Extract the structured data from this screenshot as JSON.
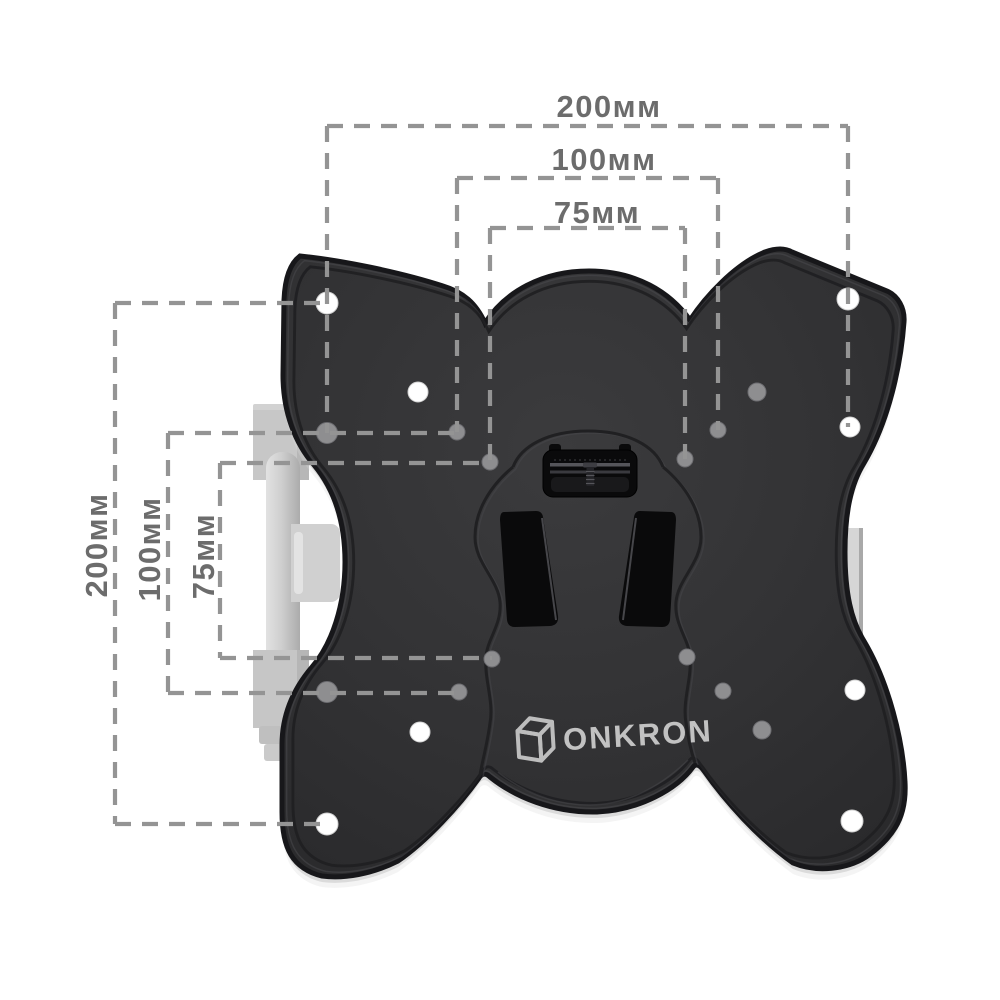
{
  "scene": {
    "background": "#ffffff"
  },
  "brand": {
    "name": "ONKRON"
  },
  "dimensions": {
    "unit": "мм",
    "horizontal": [
      {
        "id": "h-200",
        "label": "200мм",
        "value": 200
      },
      {
        "id": "h-100",
        "label": "100мм",
        "value": 100
      },
      {
        "id": "h-75",
        "label": "75мм",
        "value": 75
      }
    ],
    "vertical": [
      {
        "id": "v-200",
        "label": "200мм",
        "value": 200
      },
      {
        "id": "v-100",
        "label": "100мм",
        "value": 100
      },
      {
        "id": "v-75",
        "label": "75мм",
        "value": 75
      }
    ]
  },
  "colors": {
    "plate": "#323234",
    "plate_edge": "#17171a",
    "dash": "#949494",
    "label": "#6c6c6c",
    "logo": "#c2c2c2",
    "ghost_arm": "#cbcbcb",
    "hole_white": "#ffffff",
    "hole_gray": "#8e8e90"
  }
}
